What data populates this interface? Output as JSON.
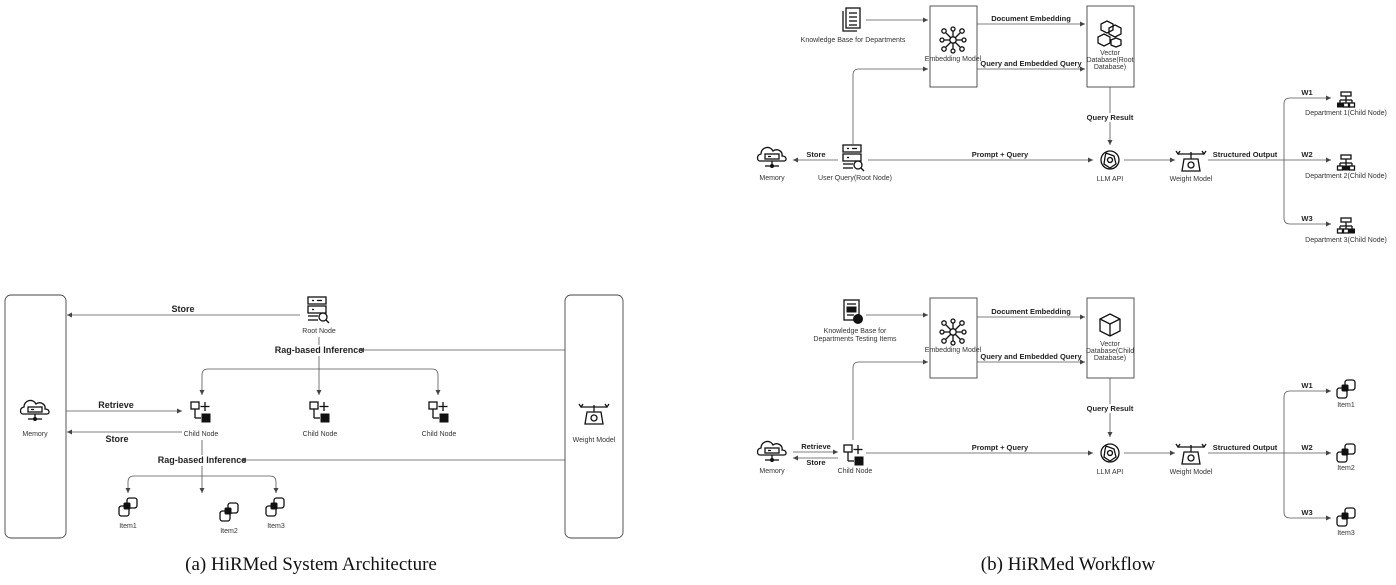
{
  "captions": {
    "a": "(a) HiRMed System Architecture",
    "b": "(b) HiRMed Workflow"
  },
  "diagram_a": {
    "memory": "Memory",
    "weight_model": "Weight Model",
    "root_node": "Root Node",
    "child_node": "Child Node",
    "store": "Store",
    "retrieve": "Retrieve",
    "rag_inference": "Rag-based Inference",
    "items": [
      "Item1",
      "Item2",
      "Item3"
    ]
  },
  "diagram_b_top": {
    "kb": "Knowledge Base for Departments",
    "embedding_model": "Embedding Model",
    "vector_db": [
      "Vector",
      "Database(Root",
      "Database)"
    ],
    "document_embedding": "Document Embedding",
    "query_embedded": "Query and Embedded Query",
    "query_result": "Query Result",
    "memory": "Memory",
    "store": "Store",
    "user_query": "User Query(Root Node)",
    "prompt_query": "Prompt + Query",
    "llm_api": "LLM API",
    "weight_model": "Weight Model",
    "structured_output": "Structured Output",
    "weights": [
      "W1",
      "W2",
      "W3"
    ],
    "departments": [
      "Department 1(Child Node)",
      "Department 2(Child Node)",
      "Department 3(Child Node)"
    ]
  },
  "diagram_b_bottom": {
    "kb": [
      "Knowledge Base for",
      "Departments Testing Items"
    ],
    "embedding_model": "Embedding Model",
    "vector_db": [
      "Vector",
      "Database(Child",
      "Database)"
    ],
    "document_embedding": "Document Embedding",
    "query_embedded": "Query and Embedded Query",
    "query_result": "Query Result",
    "memory": "Memory",
    "retrieve": "Retrieve",
    "store": "Store",
    "child_node": "Child Node",
    "prompt_query": "Prompt + Query",
    "llm_api": "LLM API",
    "weight_model": "Weight Model",
    "structured_output": "Structured Output",
    "weights": [
      "W1",
      "W2",
      "W3"
    ],
    "items": [
      "Item1",
      "Item2",
      "Item3"
    ]
  }
}
